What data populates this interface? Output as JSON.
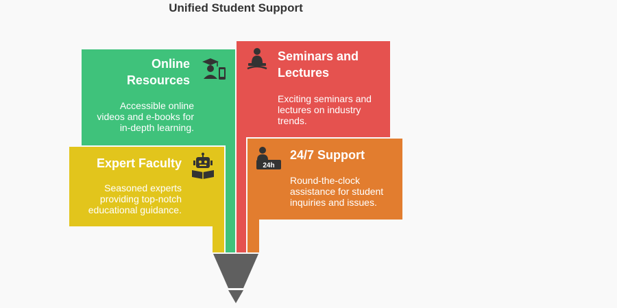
{
  "title": "Unified Student Support",
  "cards": {
    "online": {
      "title_line1": "Online",
      "title_line2": "Resources",
      "desc_line1": "Accessible online",
      "desc_line2": "videos and e-books for",
      "desc_line3": "in-depth learning.",
      "color": "#3fc27b",
      "icon": "graduate-mobile-icon"
    },
    "seminars": {
      "title_line1": "Seminars and",
      "title_line2": "Lectures",
      "desc_line1": "Exciting seminars and",
      "desc_line2": "lectures on industry",
      "desc_line3": "trends.",
      "color": "#e5524f",
      "icon": "presenter-icon"
    },
    "faculty": {
      "title_line1": "Expert Faculty",
      "desc_line1": "Seasoned experts",
      "desc_line2": "providing top-notch",
      "desc_line3": "educational guidance.",
      "color": "#e2c51c",
      "icon": "robot-teacher-icon"
    },
    "support": {
      "title_line1": "24/7 Support",
      "desc_line1": "Round-the-clock",
      "desc_line2": "assistance for student",
      "desc_line3": "inquiries and issues.",
      "color": "#e27d2f",
      "icon": "support-desk-24h-icon",
      "icon_text": "24h"
    }
  },
  "funnel_color": "#5f5f5f"
}
